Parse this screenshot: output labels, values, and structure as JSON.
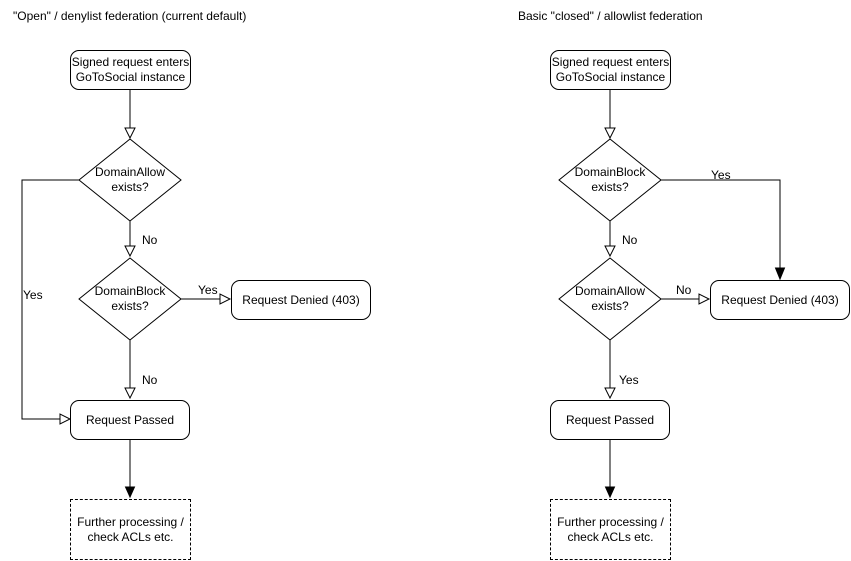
{
  "left_chart": {
    "title": "\"Open\" / denylist federation (current default)",
    "nodes": {
      "start": "Signed request enters\nGoToSocial instance",
      "domain_allow": "DomainAllow\nexists?",
      "domain_block": "DomainBlock\nexists?",
      "request_denied": "Request Denied (403)",
      "request_passed": "Request Passed",
      "further_processing": "Further processing /\ncheck ACLs etc."
    },
    "edge_labels": {
      "allow_no": "No",
      "allow_yes": "Yes",
      "block_yes": "Yes",
      "block_no": "No"
    }
  },
  "right_chart": {
    "title": "Basic \"closed\" / allowlist federation",
    "nodes": {
      "start": "Signed request enters\nGoToSocial instance",
      "domain_block": "DomainBlock\nexists?",
      "domain_allow": "DomainAllow\nexists?",
      "request_denied": "Request Denied (403)",
      "request_passed": "Request Passed",
      "further_processing": "Further processing /\ncheck ACLs etc."
    },
    "edge_labels": {
      "block_yes": "Yes",
      "block_no": "No",
      "allow_no": "No",
      "allow_yes": "Yes"
    }
  },
  "colors": {
    "line": "#000000",
    "text": "#000000",
    "background": "#ffffff"
  }
}
